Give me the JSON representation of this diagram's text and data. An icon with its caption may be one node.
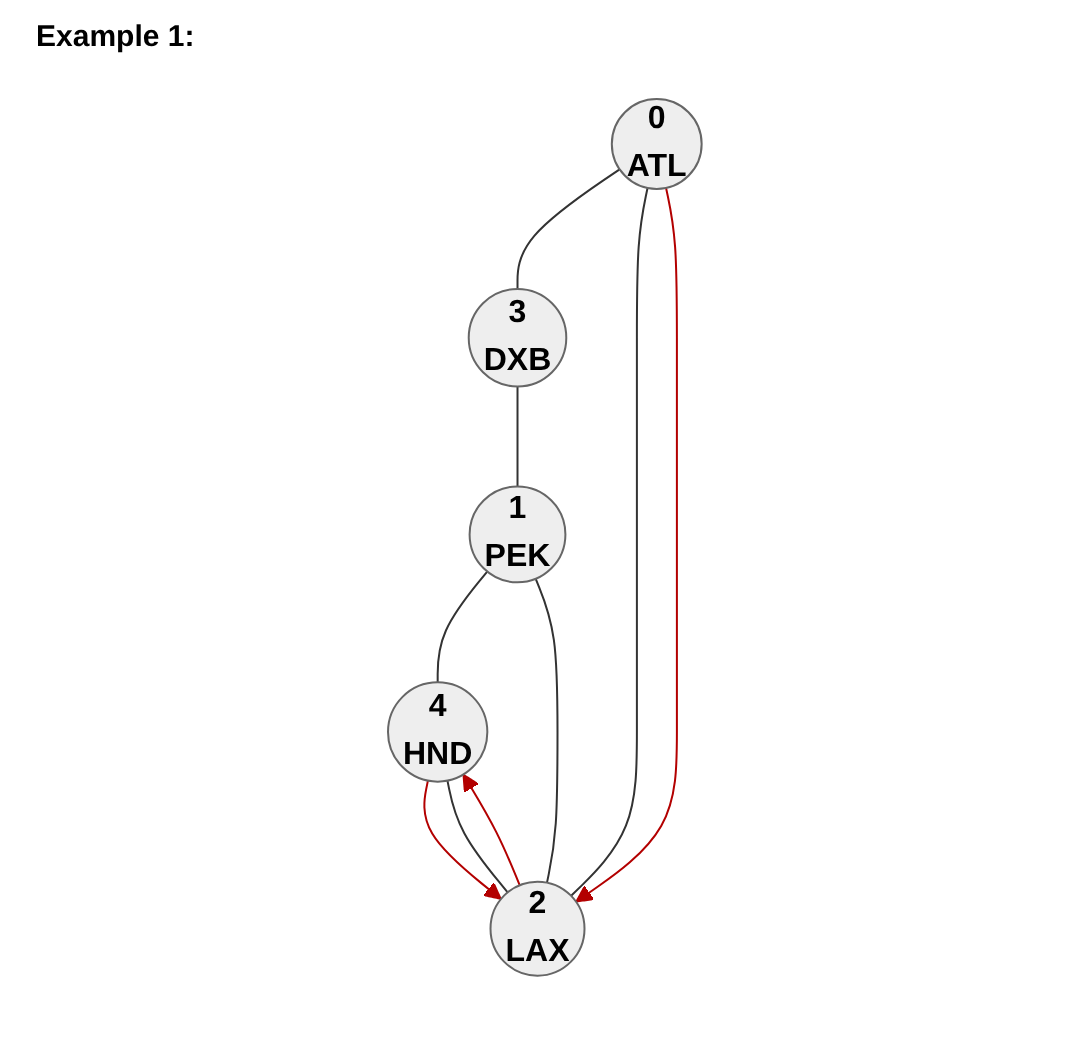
{
  "diagram": {
    "title": "Example 1:",
    "nodes": [
      {
        "text": [
          "0",
          "ATL"
        ]
      },
      {
        "text": [
          "3",
          "DXB"
        ]
      },
      {
        "text": [
          "2",
          "LAX"
        ]
      },
      {
        "text": [
          "1",
          "PEK"
        ]
      },
      {
        "text": [
          "4",
          "HND"
        ]
      }
    ],
    "edges": [
      {
        "from": 0,
        "to": 1,
        "arrow": "none"
      },
      {
        "from": 0,
        "to": 2,
        "arrow": "none"
      },
      {
        "from": 1,
        "to": 3,
        "arrow": "none"
      },
      {
        "from": 2,
        "to": 3,
        "arrow": "none"
      },
      {
        "from": 2,
        "to": 4,
        "arrow": "none"
      },
      {
        "from": 3,
        "to": 4,
        "arrow": "none"
      },
      {
        "from": 0,
        "to": 2,
        "arrow": "to",
        "color": "#b30000"
      },
      {
        "from": 2,
        "to": 4,
        "arrow": "to",
        "color": "#b30000"
      },
      {
        "from": 4,
        "to": 2,
        "arrow": "to",
        "color": "#b30000"
      }
    ]
  }
}
